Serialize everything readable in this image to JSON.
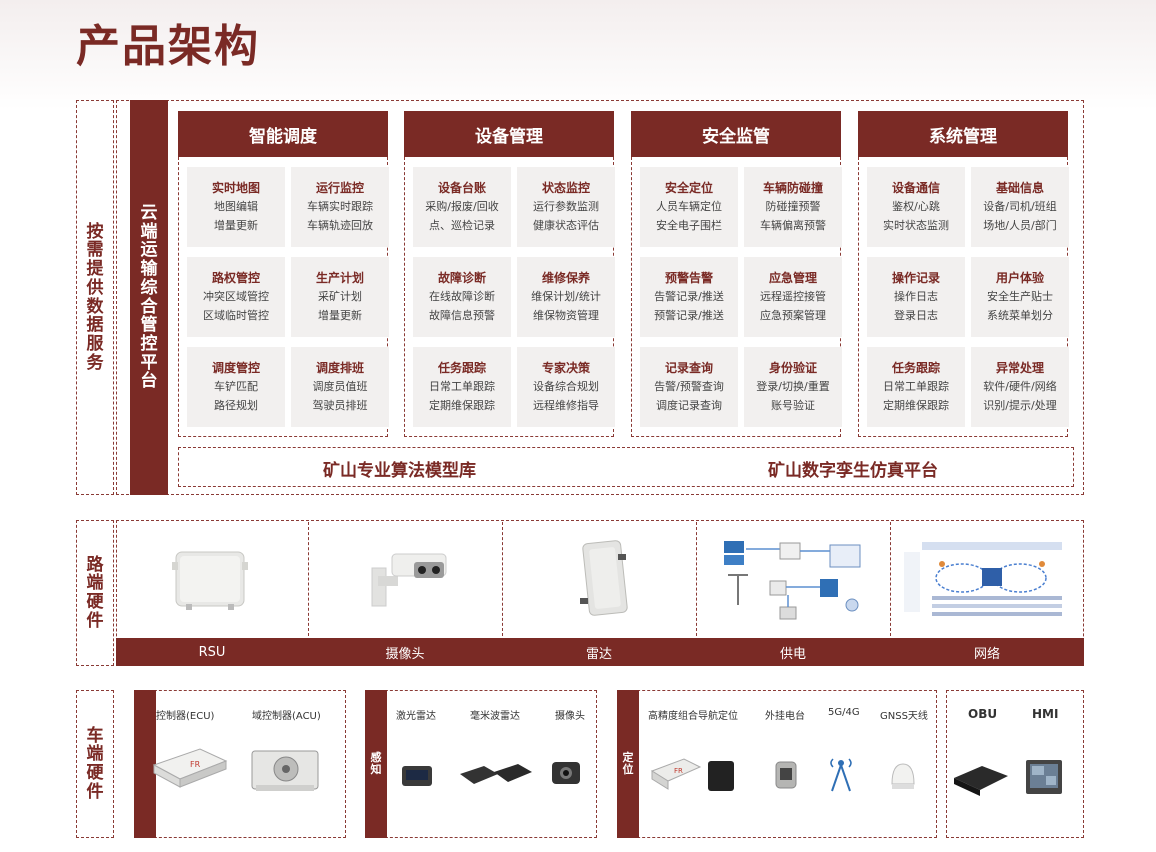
{
  "title": "产品架构",
  "sections": {
    "on_demand": "按需提供数据服务",
    "platform": "云端运输综合管控平台",
    "road": "路端硬件",
    "vehicle": "车端硬件"
  },
  "modules": [
    {
      "name": "智能调度",
      "cells": [
        {
          "title": "实时地图",
          "lines": [
            "地图编辑",
            "增量更新"
          ]
        },
        {
          "title": "运行监控",
          "lines": [
            "车辆实时跟踪",
            "车辆轨迹回放"
          ]
        },
        {
          "title": "路权管控",
          "lines": [
            "冲突区域管控",
            "区域临时管控"
          ]
        },
        {
          "title": "生产计划",
          "lines": [
            "采矿计划",
            "增量更新"
          ]
        },
        {
          "title": "调度管控",
          "lines": [
            "车铲匹配",
            "路径规划"
          ]
        },
        {
          "title": "调度排班",
          "lines": [
            "调度员值班",
            "驾驶员排班"
          ]
        }
      ]
    },
    {
      "name": "设备管理",
      "cells": [
        {
          "title": "设备台账",
          "lines": [
            "采购/报废/回收",
            "点、巡检记录"
          ]
        },
        {
          "title": "状态监控",
          "lines": [
            "运行参数监测",
            "健康状态评估"
          ]
        },
        {
          "title": "故障诊断",
          "lines": [
            "在线故障诊断",
            "故障信息预警"
          ]
        },
        {
          "title": "维修保养",
          "lines": [
            "维保计划/统计",
            "维保物资管理"
          ]
        },
        {
          "title": "任务跟踪",
          "lines": [
            "日常工单跟踪",
            "定期维保跟踪"
          ]
        },
        {
          "title": "专家决策",
          "lines": [
            "设备综合规划",
            "远程维修指导"
          ]
        }
      ]
    },
    {
      "name": "安全监管",
      "cells": [
        {
          "title": "安全定位",
          "lines": [
            "人员车辆定位",
            "安全电子围栏"
          ]
        },
        {
          "title": "车辆防碰撞",
          "lines": [
            "防碰撞预警",
            "车辆偏离预警"
          ]
        },
        {
          "title": "预警告警",
          "lines": [
            "告警记录/推送",
            "预警记录/推送"
          ]
        },
        {
          "title": "应急管理",
          "lines": [
            "远程遥控接管",
            "应急预案管理"
          ]
        },
        {
          "title": "记录查询",
          "lines": [
            "告警/预警查询",
            "调度记录查询"
          ]
        },
        {
          "title": "身份验证",
          "lines": [
            "登录/切换/重置",
            "账号验证"
          ]
        }
      ]
    },
    {
      "name": "系统管理",
      "cells": [
        {
          "title": "设备通信",
          "lines": [
            "鉴权/心跳",
            "实时状态监测"
          ]
        },
        {
          "title": "基础信息",
          "lines": [
            "设备/司机/班组",
            "场地/人员/部门"
          ]
        },
        {
          "title": "操作记录",
          "lines": [
            "操作日志",
            "登录日志"
          ]
        },
        {
          "title": "用户体验",
          "lines": [
            "安全生产贴士",
            "系统菜单划分"
          ]
        },
        {
          "title": "任务跟踪",
          "lines": [
            "日常工单跟踪",
            "定期维保跟踪"
          ]
        },
        {
          "title": "异常处理",
          "lines": [
            "软件/硬件/网络",
            "识别/提示/处理"
          ]
        }
      ]
    }
  ],
  "bottom_row": [
    "矿山专业算法模型库",
    "矿山数字孪生仿真平台"
  ],
  "road_items": [
    "RSU",
    "摄像头",
    "雷达",
    "供电",
    "网络"
  ],
  "vehicle_groups": [
    {
      "side": "",
      "items": [
        "控制器(ECU)",
        "域控制器(ACU)"
      ]
    },
    {
      "side": "感知",
      "items": [
        "激光雷达",
        "毫米波雷达",
        "摄像头"
      ]
    },
    {
      "side": "定位",
      "items": [
        "高精度组合导航定位",
        "外挂电台",
        "5G/4G",
        "GNSS天线"
      ]
    },
    {
      "side": "",
      "items": [
        "OBU",
        "HMI"
      ]
    }
  ],
  "colors": {
    "brand": "#7a2a25",
    "cell_bg": "#f2f0ef"
  }
}
